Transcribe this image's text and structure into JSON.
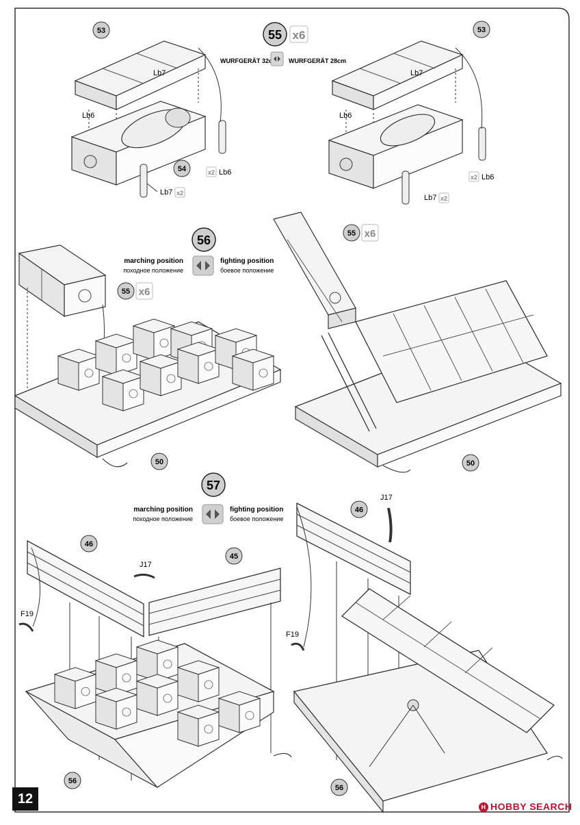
{
  "page_number": "12",
  "brand": "HOBBY SEARCH",
  "brand_color": "#c8102e",
  "step55": {
    "number": "55",
    "qty": "x6",
    "left_variant": "WURFGERÄT 32cm",
    "right_variant": "WURFGERÄT 28cm",
    "left_parts": {
      "p53": "53",
      "lb7": "Lb7",
      "lb6": "Lb6",
      "p54": "54",
      "lb6b": "Lb6",
      "lb6b_qty": "x2",
      "lb7b": "Lb7",
      "lb7b_qty": "x2"
    },
    "right_parts": {
      "p53": "53",
      "lb7": "Lb7",
      "lb6": "Lb6",
      "lb6b": "Lb6",
      "lb6b_qty": "x2",
      "lb7b": "Lb7",
      "lb7b_qty": "x2"
    }
  },
  "step56": {
    "number": "56",
    "marching_en": "marching position",
    "marching_ru": "походное положение",
    "fighting_en": "fighting position",
    "fighting_ru": "боевое положение",
    "left_parts": {
      "p55": "55",
      "p55_qty": "x6",
      "p50": "50"
    },
    "right_parts": {
      "p55": "55",
      "p55_qty": "x6",
      "p50": "50"
    }
  },
  "step57": {
    "number": "57",
    "marching_en": "marching position",
    "marching_ru": "походное положение",
    "fighting_en": "fighting position",
    "fighting_ru": "боевое положение",
    "left_parts": {
      "p46": "46",
      "j17": "J17",
      "p45": "45",
      "f19": "F19",
      "p56": "56"
    },
    "right_parts": {
      "p46": "46",
      "j17": "J17",
      "f19": "F19",
      "p56": "56"
    }
  }
}
